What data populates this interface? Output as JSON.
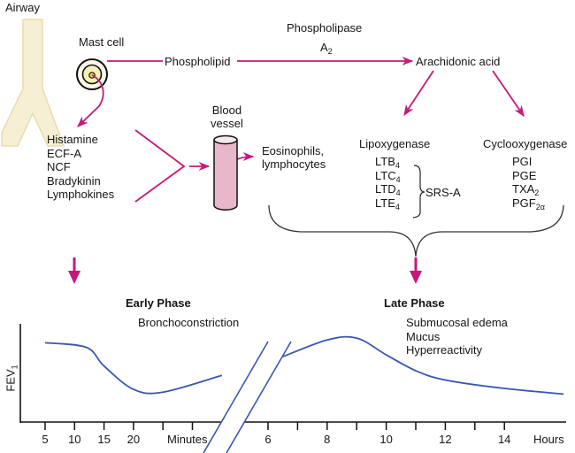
{
  "colors": {
    "arrow": "#c8177a",
    "curve": "#3a56b0",
    "airway_fill": "#f6efd3",
    "airway_stroke": "#e8dcb0",
    "vessel_fill": "#e8b7cc",
    "mast_inner": "#f5f0b8",
    "text": "#151515"
  },
  "labels": {
    "airway": "Airway",
    "mast_cell": "Mast cell",
    "phospholipid": "Phospholipid",
    "phospholipase": "Phospholipase",
    "phospholipase_sub": "A",
    "phospholipase_sub_idx": "2",
    "arachidonic_acid": "Arachidonic acid",
    "blood_vessel_line1": "Blood",
    "blood_vessel_line2": "vessel",
    "eosinophils_line1": "Eosinophils,",
    "eosinophils_line2": "lymphocytes",
    "lipoxygenase": "Lipoxygenase",
    "cyclooxygenase": "Cyclooxygenase",
    "srs_a": "SRS-A"
  },
  "mediators": [
    "Histamine",
    "ECF-A",
    "NCF",
    "Bradykinin",
    "Lymphokines"
  ],
  "leukotrienes": [
    {
      "base": "LTB",
      "sub": "4"
    },
    {
      "base": "LTC",
      "sub": "4"
    },
    {
      "base": "LTD",
      "sub": "4"
    },
    {
      "base": "LTE",
      "sub": "4"
    }
  ],
  "prostaglandins": [
    {
      "base": "PGI",
      "sub": ""
    },
    {
      "base": "PGE",
      "sub": ""
    },
    {
      "base": "TXA",
      "sub": "2"
    },
    {
      "base": "PGF",
      "sub": "2α"
    }
  ],
  "early_phase": {
    "title": "Early Phase",
    "effects": [
      "Bronchoconstriction"
    ]
  },
  "late_phase": {
    "title": "Late Phase",
    "effects": [
      "Submucosal edema",
      "Mucus",
      "Hyperreactivity"
    ]
  },
  "chart_data": {
    "type": "line",
    "ylabel": "FEV",
    "ylabel_sub": "1",
    "x_minutes_ticks": [
      "5",
      "10",
      "15",
      "20",
      "",
      "Minutes"
    ],
    "x_minutes_unit": "Minutes",
    "x_hours_ticks": [
      "6",
      "",
      "8",
      "",
      "10",
      "",
      "12",
      "",
      "14"
    ],
    "x_hours_unit": "Hours",
    "axis_break": "between minutes and hours scales",
    "series": [
      {
        "name": "FEV1 early phase",
        "x_unit": "minutes",
        "points": [
          [
            5,
            0.85
          ],
          [
            12,
            0.8
          ],
          [
            15,
            0.6
          ],
          [
            20,
            0.35
          ],
          [
            25,
            0.32
          ],
          [
            35,
            0.5
          ]
        ]
      },
      {
        "name": "FEV1 late phase",
        "x_unit": "hours",
        "points": [
          [
            6.5,
            0.7
          ],
          [
            8,
            0.88
          ],
          [
            9,
            0.9
          ],
          [
            10,
            0.72
          ],
          [
            11,
            0.55
          ],
          [
            12,
            0.45
          ],
          [
            14,
            0.36
          ],
          [
            16,
            0.3
          ]
        ]
      }
    ]
  }
}
